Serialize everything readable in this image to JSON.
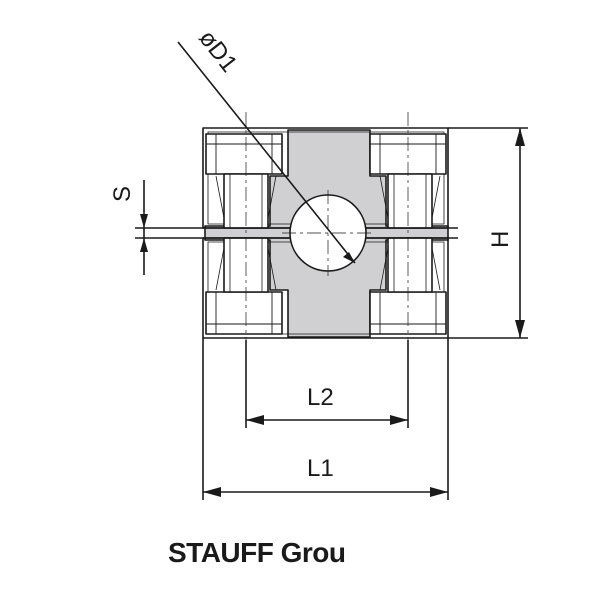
{
  "labels": {
    "d1": "øD1",
    "s": "S",
    "h": "H",
    "l2": "L2",
    "l1": "L1"
  },
  "caption": "STAUFF Grou",
  "colors": {
    "line": "#1a1a1a",
    "hatch_fill": "#d0d0d2",
    "body_fill": "#ffffff"
  }
}
